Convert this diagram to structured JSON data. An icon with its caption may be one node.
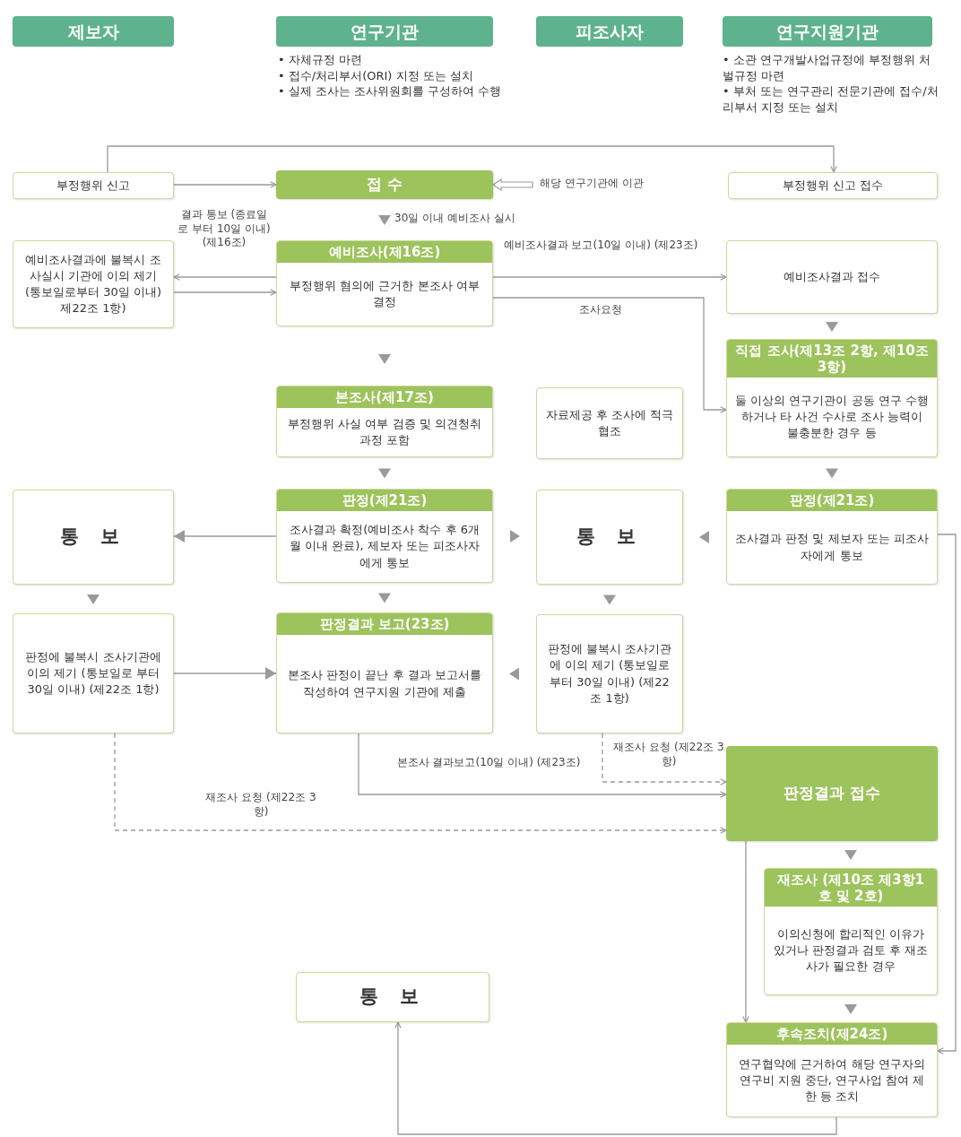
{
  "diagram": {
    "nodes": [
      {
        "text": [
          "제보자"
        ]
      },
      {
        "text": [
          "연구기관"
        ],
        "beside": [
          "• 자체규정 마련",
          "• 접수/처리부서(ORI) 지정 또는 설치",
          "• 실제 조사는 조사위원회를 구성하여 수행"
        ]
      },
      {
        "text": [
          "피조사자"
        ]
      },
      {
        "text": [
          "연구지원기관"
        ],
        "beside": [
          "• 소관 연구개발사업규정에 부정행위 처벌규정 마련",
          "• 부처 또는 연구관리 전문기관에 접수/처리부서 지정 또는 설치"
        ]
      },
      {
        "text": [
          "부정행위 신고"
        ]
      },
      {
        "text": [
          "접 수"
        ]
      },
      {
        "text": [
          "부정행위 신고 접수"
        ]
      },
      {
        "text": [
          "예비조사결과에 불복시 조사실시 기관에 이의 제기 (통보일로부터 30일 이내) 제22조 1항)"
        ]
      },
      {
        "text": [
          "예비조사(제16조)",
          "부정행위 혐의에 근거한 본조사 여부 결정"
        ]
      },
      {
        "text": [
          "예비조사결과 접수"
        ]
      },
      {
        "text": [
          "직접 조사(제13조 2항, 제10조 3항)",
          "둘 이상의 연구기관이 공동 연구 수행하거나 타 사건 수사로 조사 능력이 불충분한 경우 등"
        ]
      },
      {
        "text": [
          "본조사(제17조)",
          "부정행위 사실 여부 검증 및 의견청취 과정 포함"
        ]
      },
      {
        "text": [
          "자료제공 후 조사에 적극 협조"
        ]
      },
      {
        "text": [
          "통 보"
        ]
      },
      {
        "text": [
          "판정(제21조)",
          "조사결과 확정(예비조사 착수 후 6개월 이내 완료), 제보자 또는 피조사자에게 통보"
        ]
      },
      {
        "text": [
          "통 보"
        ]
      },
      {
        "text": [
          "판정(제21조)",
          "조사결과 판정 및 제보자 또는 피조사자에게 통보"
        ]
      },
      {
        "text": [
          "판정에 불복시 조사기관에 이의 제기 (통보일로 부터 30일 이내) (제22조 1항)"
        ]
      },
      {
        "text": [
          "판정결과 보고(23조)",
          "본조사 판정이 끝난 후 결과 보고서를 작성하여 연구지원 기관에 제출"
        ]
      },
      {
        "text": [
          "판정에 불복시 조사기관에 이의 제기 (통보일로 부터 30일 이내) (제22조 1항)"
        ]
      },
      {
        "text": [
          "판정결과 접수"
        ]
      },
      {
        "text": [
          "재조사 (제10조 제3항1호 및 2호)",
          "이의신청에 합리적인 이유가 있거나 판정결과 검토 후 재조사가 필요한 경우"
        ]
      },
      {
        "text": [
          "통 보"
        ]
      },
      {
        "text": [
          "후속조치(제24조)",
          "연구협약에 근거하여 해당 연구자의 연구비 지원 중단, 연구사업 참여 제한 등 조치"
        ]
      }
    ],
    "edges": [
      {
        "from": 4,
        "to": 6,
        "arrow": "to"
      },
      {
        "from": 4,
        "to": 5,
        "arrow": "to"
      },
      {
        "from": null,
        "to": 5,
        "arrow": "to",
        "label": "해당 연구기관에 이관"
      },
      {
        "from": 5,
        "to": 8,
        "arrow": "to",
        "label": "30일 이내 예비조사 실시"
      },
      {
        "from": 8,
        "to": 7,
        "arrow": "to",
        "label": "결과 통보 (종료일로 부터 10일 이내) (제16조)"
      },
      {
        "from": 7,
        "to": 8,
        "arrow": "to"
      },
      {
        "from": 8,
        "to": 9,
        "arrow": "to",
        "label": "예비조사결과 보고(10일 이내) (제23조)"
      },
      {
        "from": 8,
        "to": 10,
        "arrow": "to",
        "label": "조사요청"
      },
      {
        "from": 9,
        "to": 10,
        "arrow": "to"
      },
      {
        "from": 8,
        "to": 11,
        "arrow": "to"
      },
      {
        "from": 10,
        "to": 16,
        "arrow": "to"
      },
      {
        "from": 11,
        "to": 14,
        "arrow": "to"
      },
      {
        "from": 14,
        "to": 13,
        "arrow": "to"
      },
      {
        "from": 14,
        "to": 15,
        "arrow": "to"
      },
      {
        "from": 16,
        "to": 15,
        "arrow": "to"
      },
      {
        "from": 13,
        "to": 17,
        "arrow": "to"
      },
      {
        "from": 14,
        "to": 18,
        "arrow": "to"
      },
      {
        "from": 15,
        "to": 19,
        "arrow": "to"
      },
      {
        "from": 17,
        "to": 18,
        "arrow": "to"
      },
      {
        "from": 19,
        "to": 18,
        "arrow": "to"
      },
      {
        "from": 18,
        "to": 20,
        "arrow": "to",
        "label": "본조사 결과보고(10일 이내) (제23조)"
      },
      {
        "from": 19,
        "to": 20,
        "arrow": "to",
        "style": "dashed",
        "label": "재조사 요청 (제22조 3항)"
      },
      {
        "from": 17,
        "to": 20,
        "arrow": "to",
        "style": "dashed",
        "label": "재조사 요청 (제22조 3항)"
      },
      {
        "from": 20,
        "to": 21,
        "arrow": "to"
      },
      {
        "from": 20,
        "to": 23,
        "arrow": "to"
      },
      {
        "from": 21,
        "to": 23,
        "arrow": "to"
      },
      {
        "from": 23,
        "to": 22,
        "arrow": "to"
      },
      {
        "from": 16,
        "to": 23,
        "arrow": "to"
      }
    ]
  }
}
